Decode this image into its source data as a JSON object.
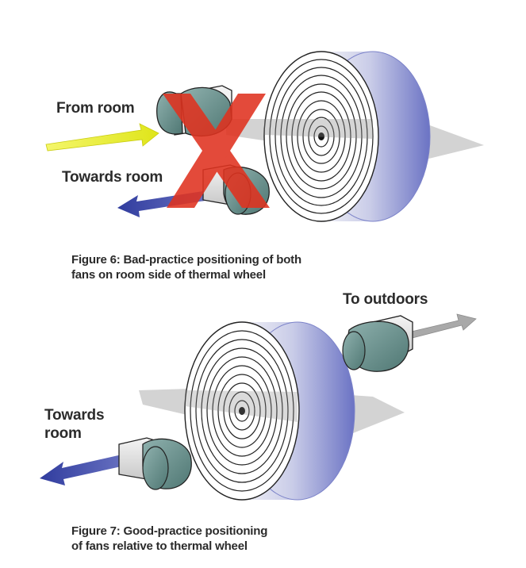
{
  "figure6": {
    "label_from_room": "From room",
    "label_towards_room": "Towards room",
    "caption_line1": "Figure 6: Bad-practice positioning of both",
    "caption_line2": "fans on room side of thermal wheel"
  },
  "figure7": {
    "label_to_outdoors": "To outdoors",
    "label_towards_line1": "Towards",
    "label_towards_line2": "room",
    "caption_line1": "Figure 7: Good-practice positioning",
    "caption_line2": "of fans relative to thermal wheel"
  },
  "colors": {
    "fan_teal": "#5f8985",
    "wheel_rim": "#7b82c9",
    "arrow_yellow": "#e8ee1e",
    "arrow_blue": "#3b47a8",
    "arrow_grey": "#a9a9a9",
    "cross_red": "#e0321f"
  },
  "icons": [
    "thermal-wheel-icon",
    "fan-icon",
    "cross-icon",
    "arrow-icon"
  ]
}
